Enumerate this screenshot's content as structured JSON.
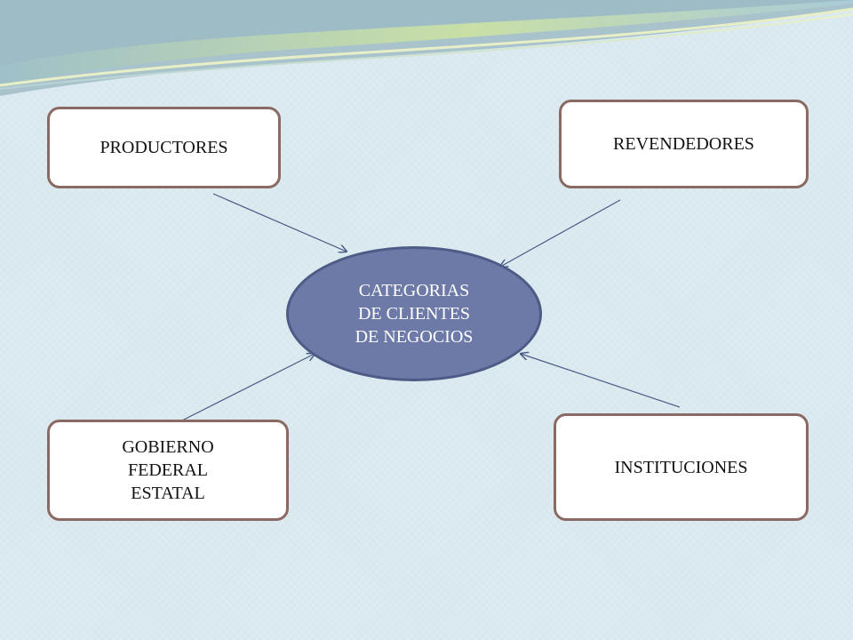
{
  "center": {
    "lines": [
      "CATEGORIAS",
      "DE CLIENTES",
      "DE NEGOCIOS"
    ]
  },
  "nodes": {
    "productores": {
      "label": "PRODUCTORES"
    },
    "revendedores": {
      "label": "REVENDEDORES"
    },
    "gobierno": {
      "lines": [
        "GOBIERNO",
        "FEDERAL",
        "ESTATAL"
      ]
    },
    "instituciones": {
      "label": "INSTITUCIONES"
    }
  },
  "colors": {
    "background": "#d8e8ee",
    "box_fill": "#ffffff",
    "box_border": "#8a6a62",
    "center_fill": "#6d7aa7",
    "arrow": "#4a5a84"
  }
}
